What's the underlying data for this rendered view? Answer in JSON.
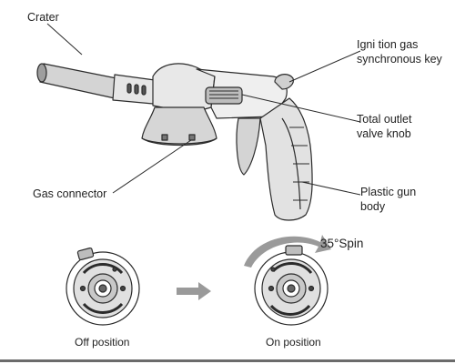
{
  "labels": {
    "crater": "Crater",
    "ignition_line1": "Igni tion gas",
    "ignition_line2": "synchronous key",
    "outlet_line1": "Total outlet",
    "outlet_line2": "valve knob",
    "gas_connector": "Gas connector",
    "gun_line1": "Plastic gun",
    "gun_line2": "body",
    "spin": "35°Spin",
    "off_position": "Off position",
    "on_position": "On position"
  },
  "colors": {
    "line": "#2b2b2b",
    "fill_light": "#d9d9d9",
    "fill_mid": "#bdbdbd",
    "fill_dark": "#8f8f8f",
    "arrow": "#9a9a9a"
  }
}
